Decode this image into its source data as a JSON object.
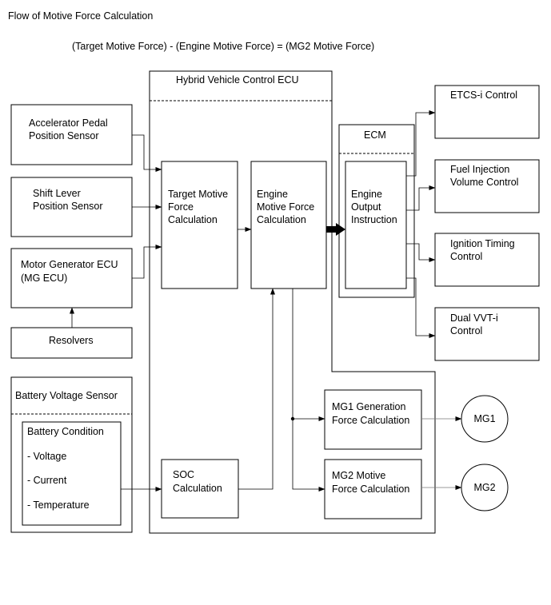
{
  "title": "Flow of Motive Force Calculation",
  "formula": "(Target Motive Force) - (Engine Motive Force) = (MG2 Motive Force)",
  "hv_ecu": {
    "label": "Hybrid Vehicle Control ECU"
  },
  "ecm": {
    "label": "ECM"
  },
  "inputs": {
    "accel": [
      "Accelerator Pedal",
      "Position Sensor"
    ],
    "shift": [
      "Shift Lever",
      "Position Sensor"
    ],
    "mg_ecu": [
      "Motor Generator ECU",
      "(MG ECU)"
    ],
    "resolvers": [
      "Resolvers"
    ],
    "battery_sensor": [
      "Battery Voltage Sensor"
    ],
    "battery_condition": [
      "Battery Condition",
      "- Voltage",
      "- Current",
      "- Temperature"
    ]
  },
  "calculations": {
    "target": [
      "Target Motive",
      "Force",
      "Calculation"
    ],
    "engine": [
      "Engine",
      "Motive Force",
      "Calculation"
    ],
    "soc": [
      "SOC",
      "Calculation"
    ],
    "engine_output": [
      "Engine",
      "Output",
      "Instruction"
    ],
    "mg1_gen": [
      "MG1 Generation",
      "Force Calculation"
    ],
    "mg2_motive": [
      "MG2 Motive",
      "Force Calculation"
    ]
  },
  "controls": {
    "etcs": [
      "ETCS-i Control"
    ],
    "fuel": [
      "Fuel Injection",
      "Volume Control"
    ],
    "ignition": [
      "Ignition Timing",
      "Control"
    ],
    "vvt": [
      "Dual VVT-i",
      "Control"
    ]
  },
  "motors": {
    "mg1": "MG1",
    "mg2": "MG2"
  }
}
